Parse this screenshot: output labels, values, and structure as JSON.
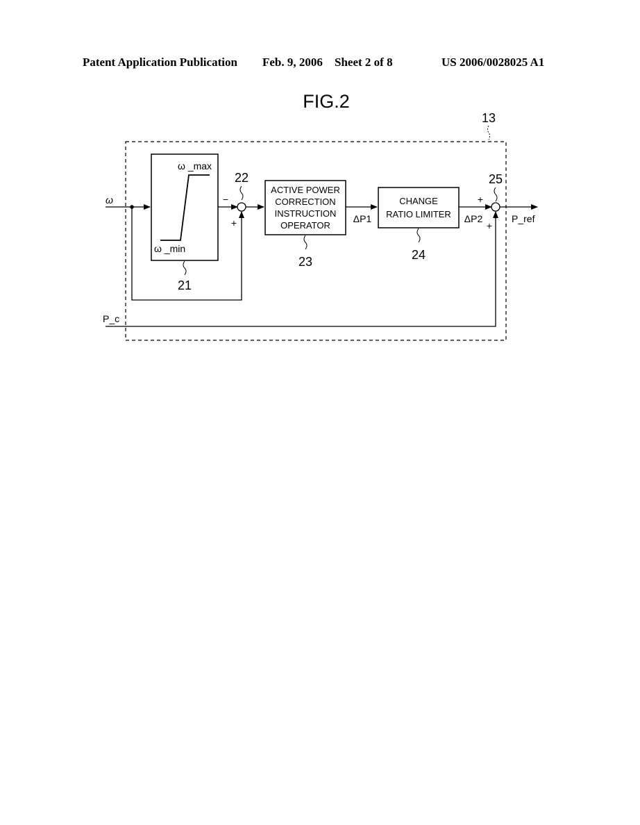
{
  "header": {
    "publication": "Patent Application Publication",
    "date": "Feb. 9, 2006",
    "sheet": "Sheet 2 of 8",
    "number": "US 2006/0028025 A1"
  },
  "figure": {
    "title": "FIG.2",
    "ref_dashed_box": "13",
    "input_omega": "ω",
    "input_pc": "P_c",
    "output": "P_ref",
    "limiter": {
      "ref": "21",
      "max_label": "ω _max",
      "min_label": "ω _min"
    },
    "sum1": {
      "ref": "22",
      "minus": "−",
      "plus": "+"
    },
    "operator": {
      "ref": "23",
      "lines": [
        "ACTIVE POWER",
        "CORRECTION",
        "INSTRUCTION",
        "OPERATOR"
      ]
    },
    "dp1": "ΔP1",
    "ratio_limiter": {
      "ref": "24",
      "lines": [
        "CHANGE",
        "RATIO LIMITER"
      ]
    },
    "dp2": "ΔP2",
    "sum2": {
      "ref": "25",
      "plus_top": "+",
      "plus_bottom": "+"
    }
  }
}
